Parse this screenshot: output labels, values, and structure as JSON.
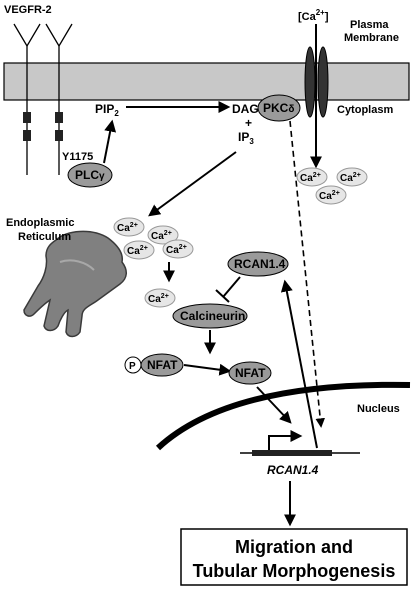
{
  "receptor": {
    "name": "VEGFR-2",
    "site": "Y1175"
  },
  "calcium": {
    "external": "[Ca",
    "external_sup": "2+",
    "external_close": "]",
    "ion": "Ca",
    "ion_sup": "2+"
  },
  "membrane": {
    "label_line1": "Plasma",
    "label_line2": "Membrane",
    "cytoplasm": "Cytoplasm"
  },
  "molecules": {
    "pip2": "PIP",
    "pip2_sub": "2",
    "dag": "DAG",
    "plus": "+",
    "ip3": "IP",
    "ip3_sub": "3",
    "plc": "PLC",
    "plc_greek": "γ",
    "pkc": "PKC",
    "pkc_greek": "δ",
    "rcan": "RCAN1.4",
    "calcineurin": "Calcineurin",
    "nfat": "NFAT",
    "phospho": "P"
  },
  "er": {
    "line1": "Endoplasmic",
    "line2": "Reticulum"
  },
  "nucleus": {
    "label": "Nucleus",
    "gene": "RCAN1.4"
  },
  "outcome": {
    "line1": "Migration and",
    "line2": "Tubular Morphogenesis"
  }
}
